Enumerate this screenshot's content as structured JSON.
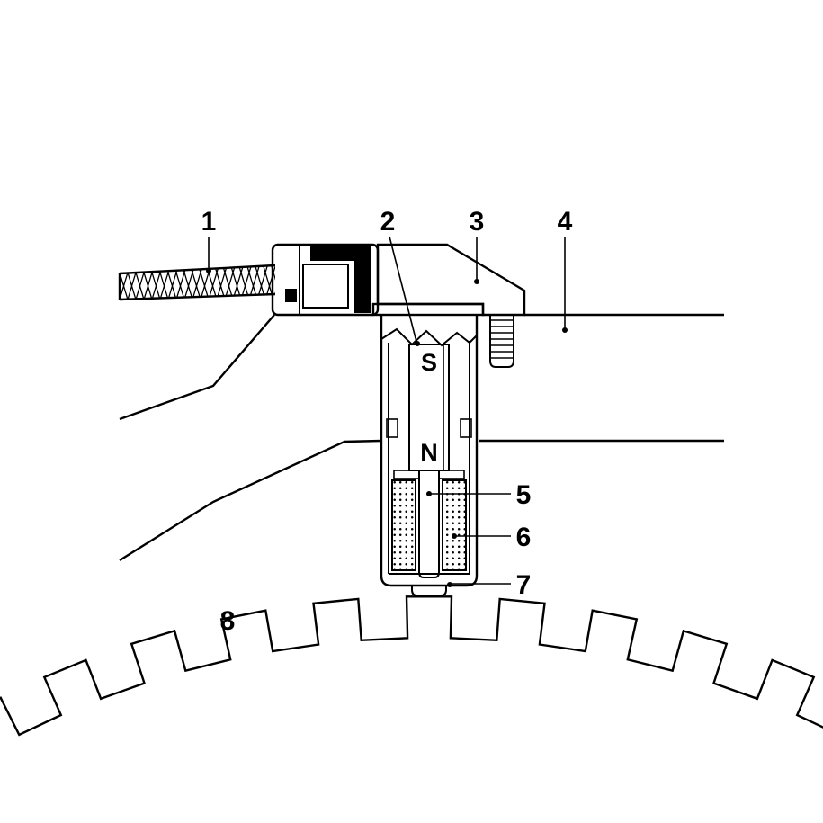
{
  "colors": {
    "ink": "#000000",
    "paper": "#ffffff"
  },
  "diagram": {
    "callouts": [
      {
        "num": "1"
      },
      {
        "num": "2"
      },
      {
        "num": "3"
      },
      {
        "num": "4"
      },
      {
        "num": "5"
      },
      {
        "num": "6"
      },
      {
        "num": "7"
      },
      {
        "num": "8"
      }
    ],
    "magnet": {
      "south_pole": "S",
      "north_pole": "N"
    }
  }
}
